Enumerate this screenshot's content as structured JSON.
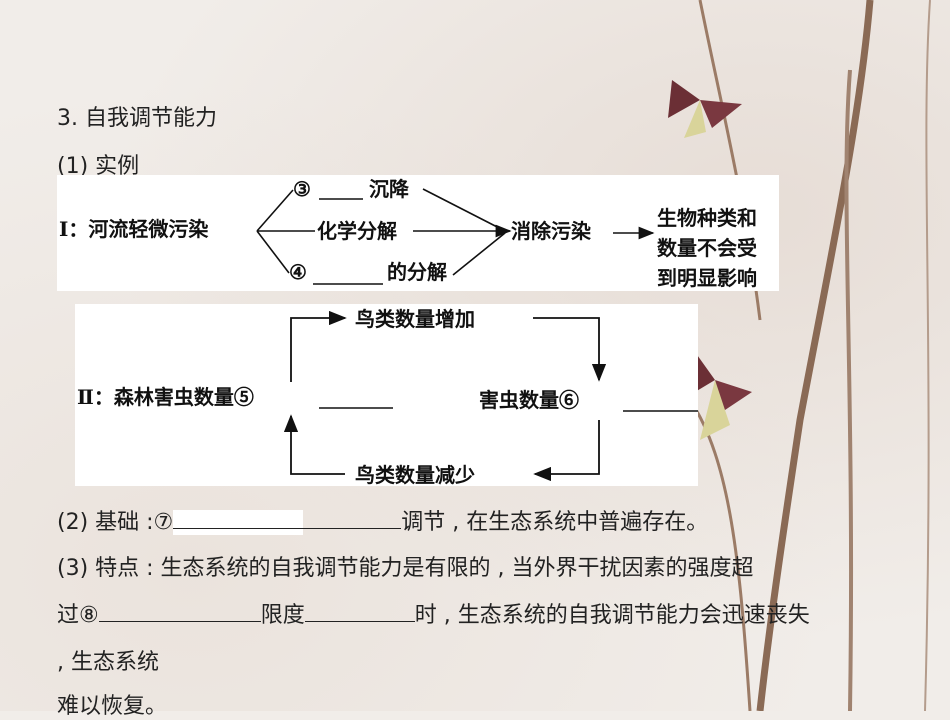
{
  "heading": "3. 自我调节能力",
  "example_label": "(1) 实例",
  "diagram1": {
    "start": "Ⅰ：河流轻微污染",
    "branch_top_num": "③",
    "branch_top_text": "沉降",
    "branch_mid_text": "化学分解",
    "branch_bottom_num": "④",
    "branch_bottom_text": "的分解",
    "middle": "消除污染",
    "result_line1": "生物种类和",
    "result_line2": "数量不会受",
    "result_line3": "到明显影响"
  },
  "diagram2": {
    "left": "Ⅱ：森林害虫数量⑤",
    "right": "害虫数量⑥",
    "top": "鸟类数量增加",
    "bottom": "鸟类数量减少"
  },
  "basis": {
    "prefix": "(2) 基础 :⑦",
    "suffix": "调节 , 在生态系统中普遍存在。"
  },
  "feature": {
    "line1": "(3) 特点 : 生态系统的自我调节能力是有限的 , 当外界干扰因素的强度超",
    "line2_prefix": "过⑧",
    "line2_mid": "限度",
    "line2_suffix": "时 , 生态系统的自我调节能力会迅速丧失",
    "line3": ", 生态系统",
    "line4": "难以恢复。"
  }
}
